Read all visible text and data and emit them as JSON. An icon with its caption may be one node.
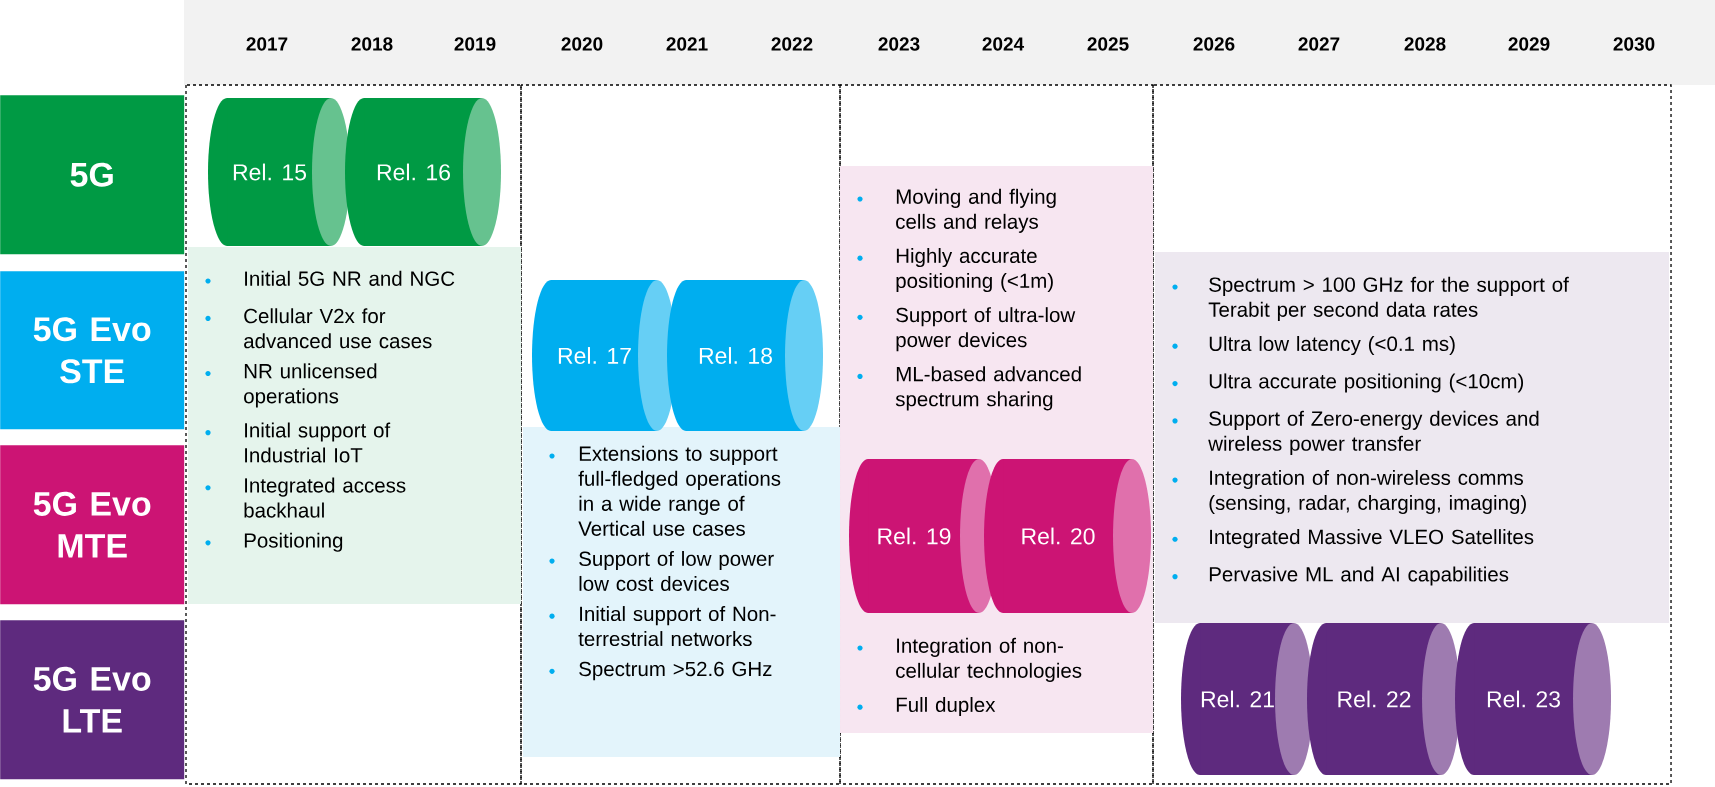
{
  "diagram": {
    "nodes": [
      {
        "text": [
          "5G"
        ]
      },
      {
        "text": [
          "5G Evo STE"
        ]
      },
      {
        "text": [
          "5G Evo MTE"
        ]
      },
      {
        "text": [
          "5G Evo LTE"
        ]
      },
      {
        "text": [
          "Rel. 15"
        ]
      },
      {
        "text": [
          "Rel. 16"
        ]
      },
      {
        "text": [
          "Initial 5G NR and NGC",
          "Cellular V2x for advanced use cases",
          "NR unlicensed operations",
          "Initial support of Industrial IoT",
          "Integrated access backhaul",
          "Positioning"
        ]
      },
      {
        "text": [
          "Rel. 17"
        ]
      },
      {
        "text": [
          "Rel. 18"
        ]
      },
      {
        "text": [
          "Extensions to support full-fledged operations in a wide range of Vertical use cases",
          "Support of low power low cost devices",
          "Initial support of Non-terrestrial networks",
          "Spectrum >52.6 GHz"
        ]
      },
      {
        "text": [
          "Moving and flying cells and relays",
          "Highly accurate positioning (<1m)",
          "Support of ultra-low power devices",
          "ML-based advanced spectrum sharing",
          "Integration of non-cellular technologies",
          "Full duplex"
        ]
      },
      {
        "text": [
          "Rel. 19"
        ],
        "in": 10
      },
      {
        "text": [
          "Rel. 20"
        ],
        "in": 10
      },
      {
        "text": [
          "Spectrum > 100 GHz for the support of Terabit per second data rates",
          "Ultra low latency  (<0.1 ms)",
          "Ultra accurate positioning (<10cm)",
          "Support of Zero-energy devices and wireless power transfer",
          "Integration of non-wireless comms (sensing, radar, charging, imaging)",
          "Integrated Massive VLEO Satellites",
          "Pervasive ML and AI capabilities"
        ]
      },
      {
        "text": [
          "Rel. 21"
        ]
      },
      {
        "text": [
          "Rel. 22"
        ]
      },
      {
        "text": [
          "Rel. 23"
        ]
      }
    ],
    "labels": [
      "2017",
      "2018",
      "2019",
      "2020",
      "2021",
      "2022",
      "2023",
      "2024",
      "2025",
      "2026",
      "2027",
      "2028",
      "2029",
      "2030"
    ]
  }
}
